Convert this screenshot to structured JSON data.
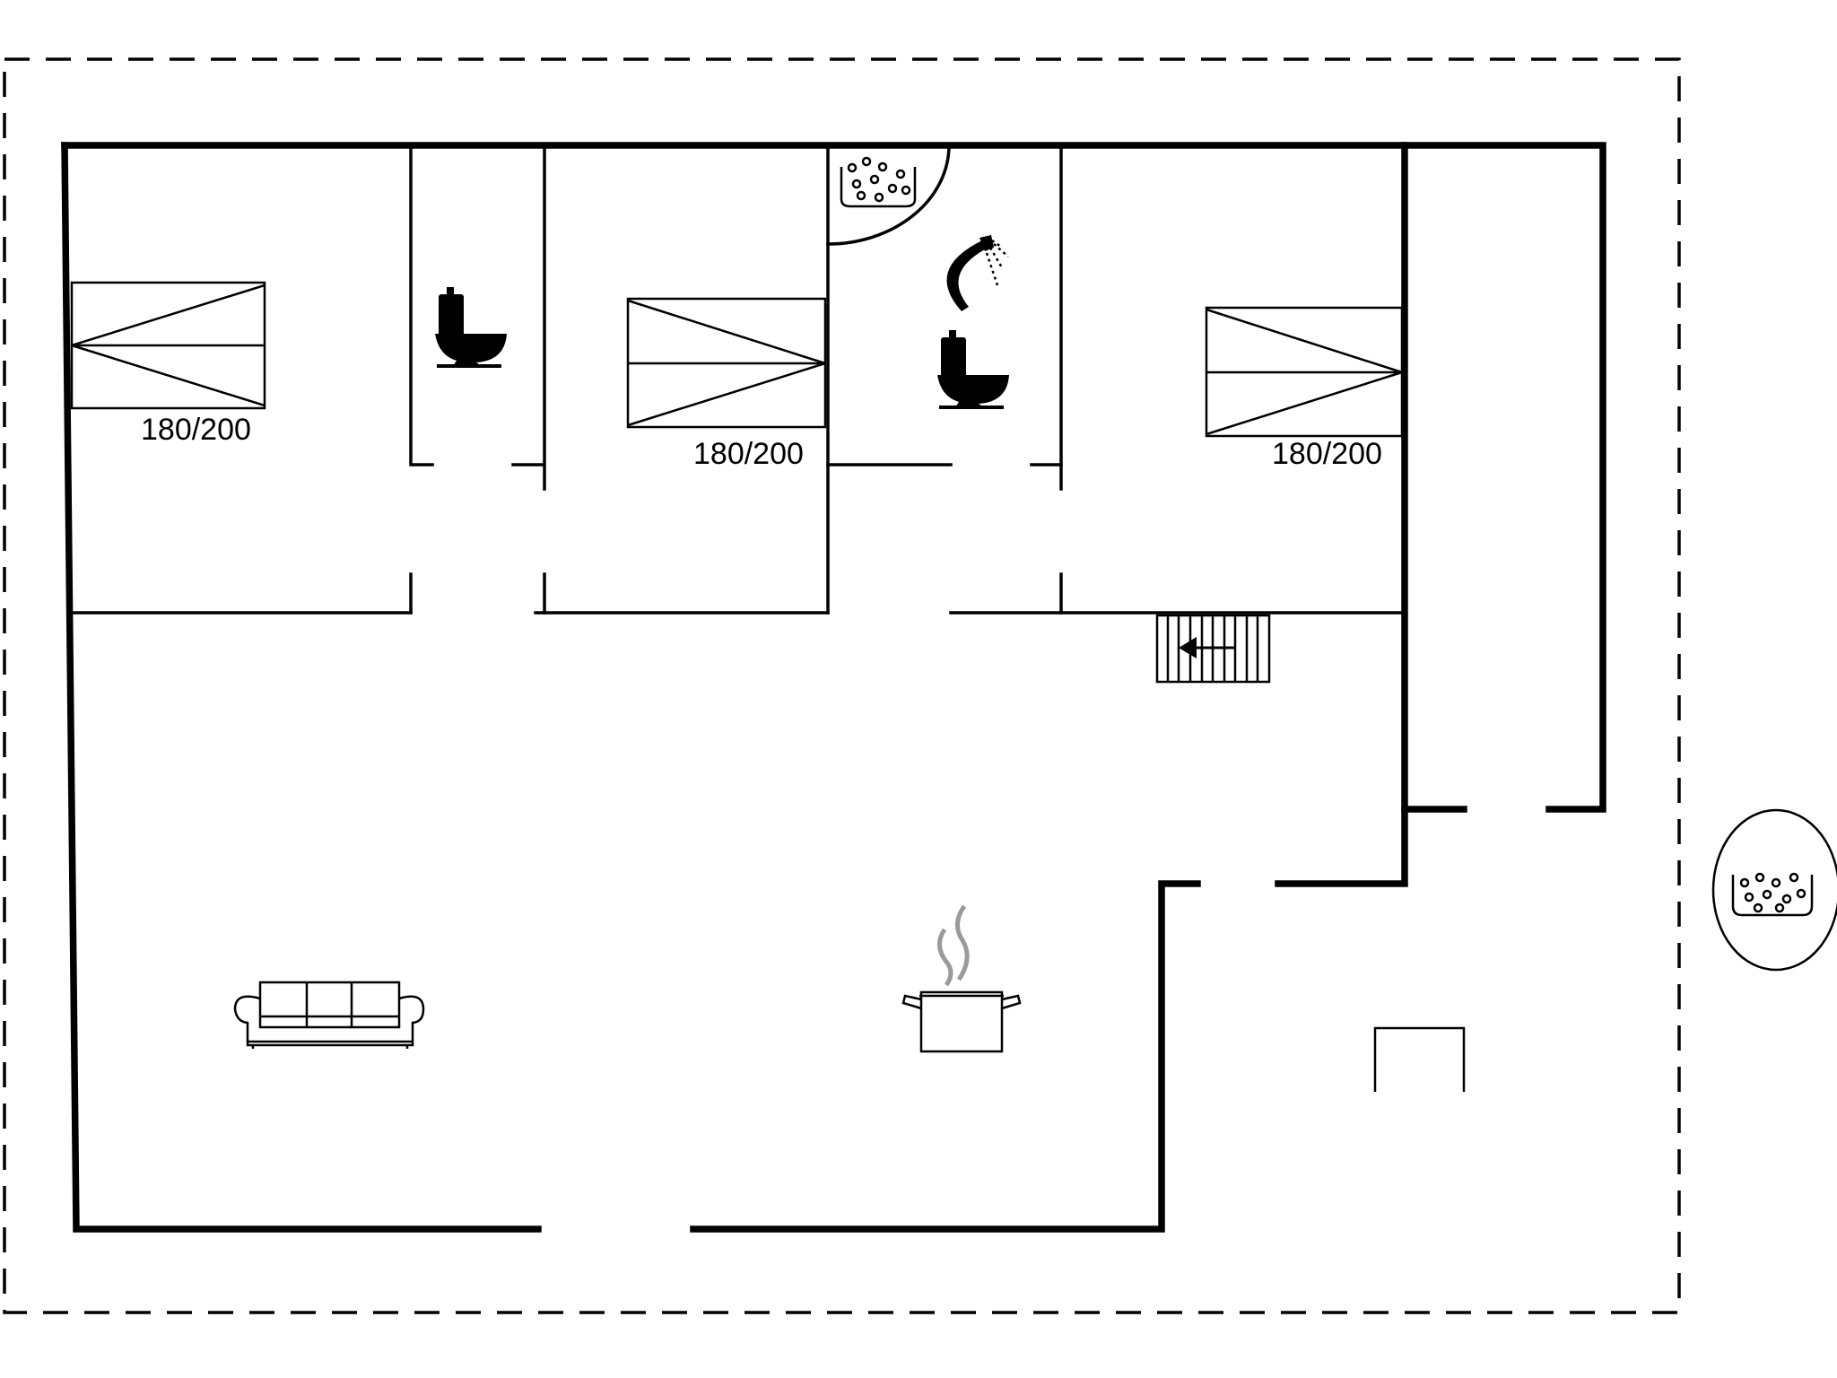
{
  "bed_labels": {
    "bed1": "180/200",
    "bed2": "180/200",
    "bed3": "180/200"
  },
  "icons": {
    "bed": "double-bed-icon",
    "toilet": "toilet-icon",
    "shower": "shower-icon",
    "whirlpool": "whirlpool-icon",
    "sofa": "sofa-icon",
    "kitchen": "cooking-pot-icon",
    "stairs": "stairs-icon",
    "outdoor_spa": "hot-tub-icon"
  },
  "colors": {
    "line": "#000000",
    "background": "#ffffff",
    "steam": "#9a9a9a"
  }
}
